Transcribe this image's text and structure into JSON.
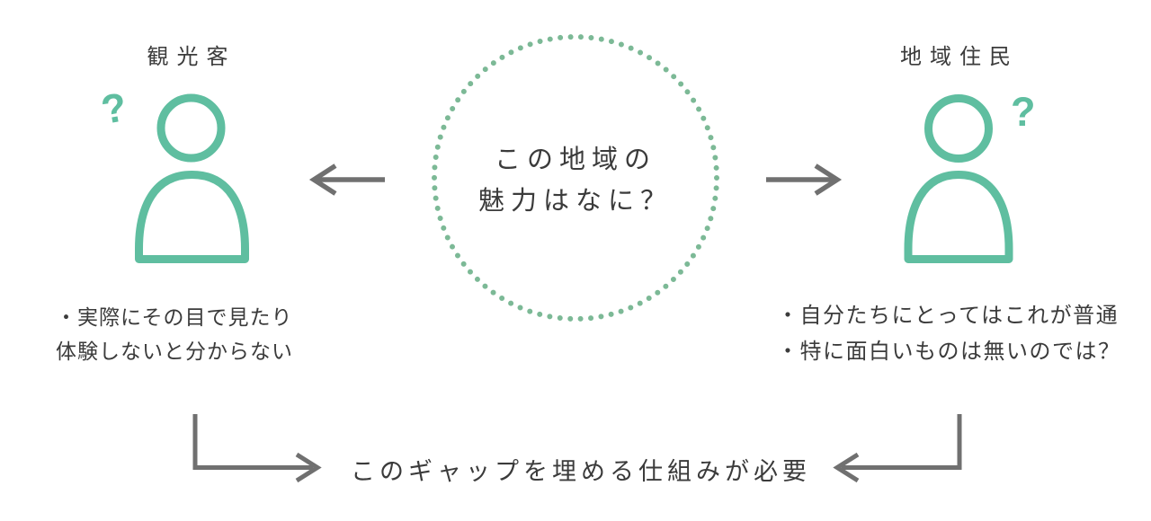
{
  "colors": {
    "icon_teal": "#5fbea0",
    "dotted_circle": "#7cb996",
    "arrow_gray": "#707070",
    "text_dark": "#3b3b3b",
    "background": "#ffffff"
  },
  "center_question": {
    "line1": "この地域の",
    "line2": "魅力はなに？"
  },
  "tourist": {
    "label": "観光客",
    "question_mark": "?",
    "notes": [
      "・実際にその目で見たり",
      "体験しないと分からない"
    ]
  },
  "residents": {
    "label": "地域住民",
    "question_mark": "?",
    "notes": [
      "・自分たちにとってはこれが普通",
      "・特に面白いものは無いのでは？"
    ]
  },
  "conclusion": {
    "label": "このギャップを埋める仕組みが必要"
  }
}
